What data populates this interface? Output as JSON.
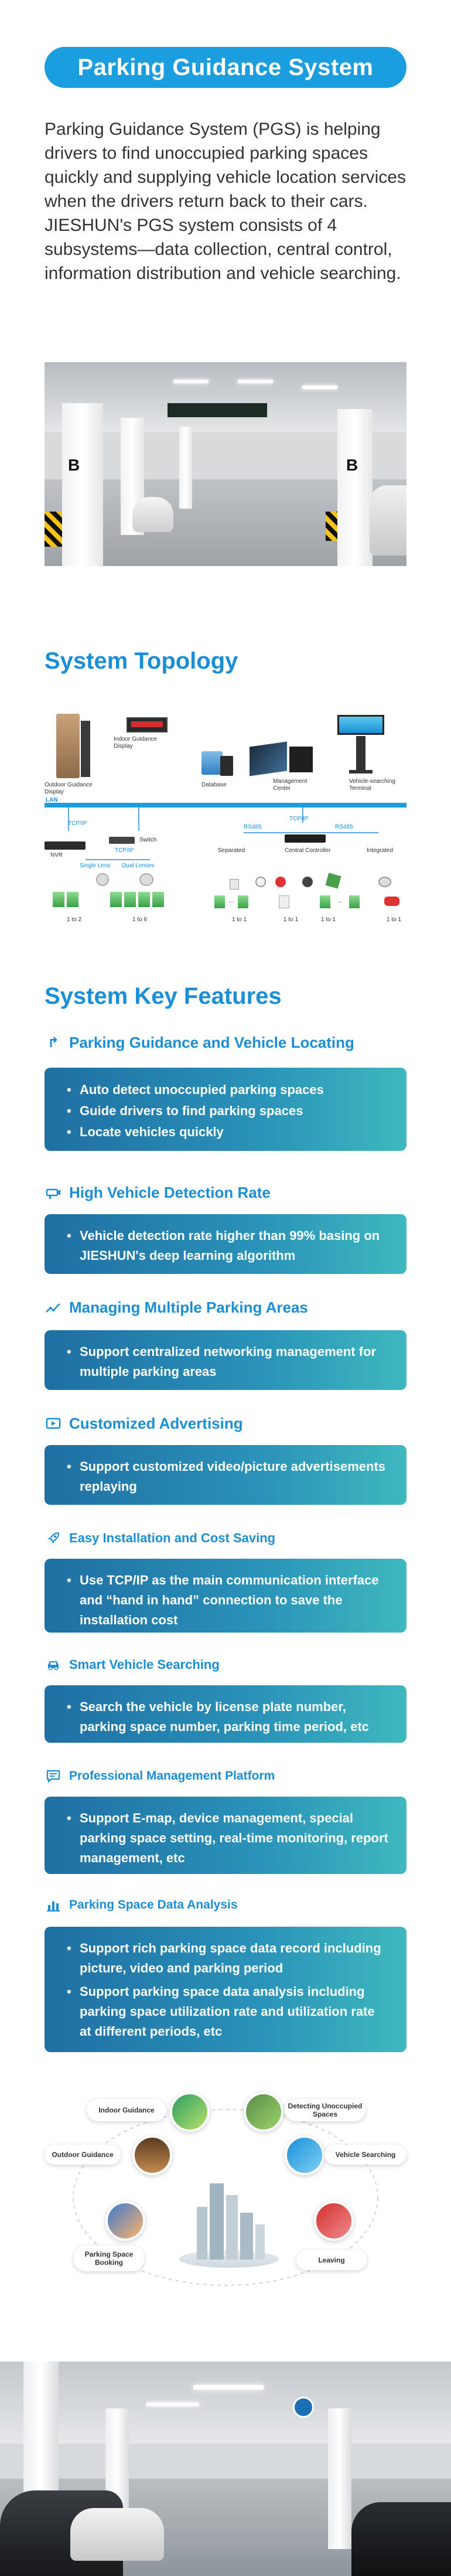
{
  "header": {
    "title": "Parking Guidance System"
  },
  "intro": {
    "text": "Parking Guidance System (PGS) is helping drivers to find unoccupied parking spaces quickly and supplying vehicle location services when the drivers return back to their cars. JIESHUN's PGS system consists of 4 subsystems—data collection, central control, information distribution and vehicle searching."
  },
  "photo": {
    "bay_label_left": "B",
    "bay_label_right": "B"
  },
  "topology": {
    "title": "System Topology",
    "labels": {
      "outdoor": "Outdoor Guidance Display",
      "indoor": "Indoor Guidance Display",
      "database": "Database",
      "management": "Management Center",
      "terminal": "Vehicle-searching Terminal",
      "lan": "LAN",
      "tcpip_left": "TCP/IP",
      "nvr": "NVR",
      "switch": "Switch",
      "tcpip_mid": "TCP/IP",
      "single_lens": "Single Lens",
      "dual_lenses": "Dual Lenses",
      "tcpip_right": "TCP/IP",
      "rs485_left": "RS485",
      "rs485_right": "RS485",
      "separated": "Separated",
      "central": "Central Controller",
      "integrated": "Integrated",
      "r1": "1 to 2",
      "r2": "1 to 6",
      "r3": "1 to 1",
      "r4": "1 to 1",
      "r5": "1 to 1",
      "r6": "1 to 1",
      "dots1": "...",
      "dots2": "..."
    }
  },
  "features": {
    "title": "System Key Features",
    "items": [
      {
        "title": "Parking Guidance and Vehicle Locating",
        "icon": "turn-arrow-icon",
        "points": [
          "Auto detect unoccupied parking spaces",
          "Guide drivers to find parking spaces",
          "Locate vehicles quickly"
        ]
      },
      {
        "title": "High Vehicle Detection Rate",
        "icon": "camera-icon",
        "points": [
          "Vehicle detection rate higher than 99% basing on JIESHUN's deep learning algorithm"
        ]
      },
      {
        "title": "Managing Multiple Parking Areas",
        "icon": "trend-icon",
        "points": [
          "Support centralized networking management for multiple parking areas"
        ]
      },
      {
        "title": "Customized Advertising",
        "icon": "screen-icon",
        "points": [
          "Support customized video/picture advertisements replaying"
        ]
      },
      {
        "title": "Easy Installation and Cost Saving",
        "icon": "rocket-icon",
        "points": [
          "Use TCP/IP as the main communication interface and “hand in hand” connection to save the installation cost"
        ]
      },
      {
        "title": "Smart Vehicle Searching",
        "icon": "car-icon",
        "points": [
          "Search the vehicle by license plate number, parking space number, parking time period, etc"
        ]
      },
      {
        "title": "Professional Management Platform",
        "icon": "chat-icon",
        "points": [
          "Support E-map, device management, special parking space setting, real-time monitoring, report management, etc"
        ]
      },
      {
        "title": "Parking Space Data Analysis",
        "icon": "bar-chart-icon",
        "points": [
          "Support rich parking space data record including picture, video and parking period",
          "Support parking space data analysis including parking space utilization rate and utilization rate at different periods, etc"
        ]
      }
    ]
  },
  "workflow": {
    "indoor": "Indoor Guidance",
    "detecting": "Detecting Unoccupied Spaces",
    "outdoor": "Outdoor Guidance",
    "searching": "Vehicle Searching",
    "booking": "Parking Space Booking",
    "leaving": "Leaving"
  },
  "colors": {
    "accent": "#1a9ee0",
    "heading": "#1a8fd8",
    "box_start": "#1f6fa3",
    "box_end": "#3fb8be"
  }
}
